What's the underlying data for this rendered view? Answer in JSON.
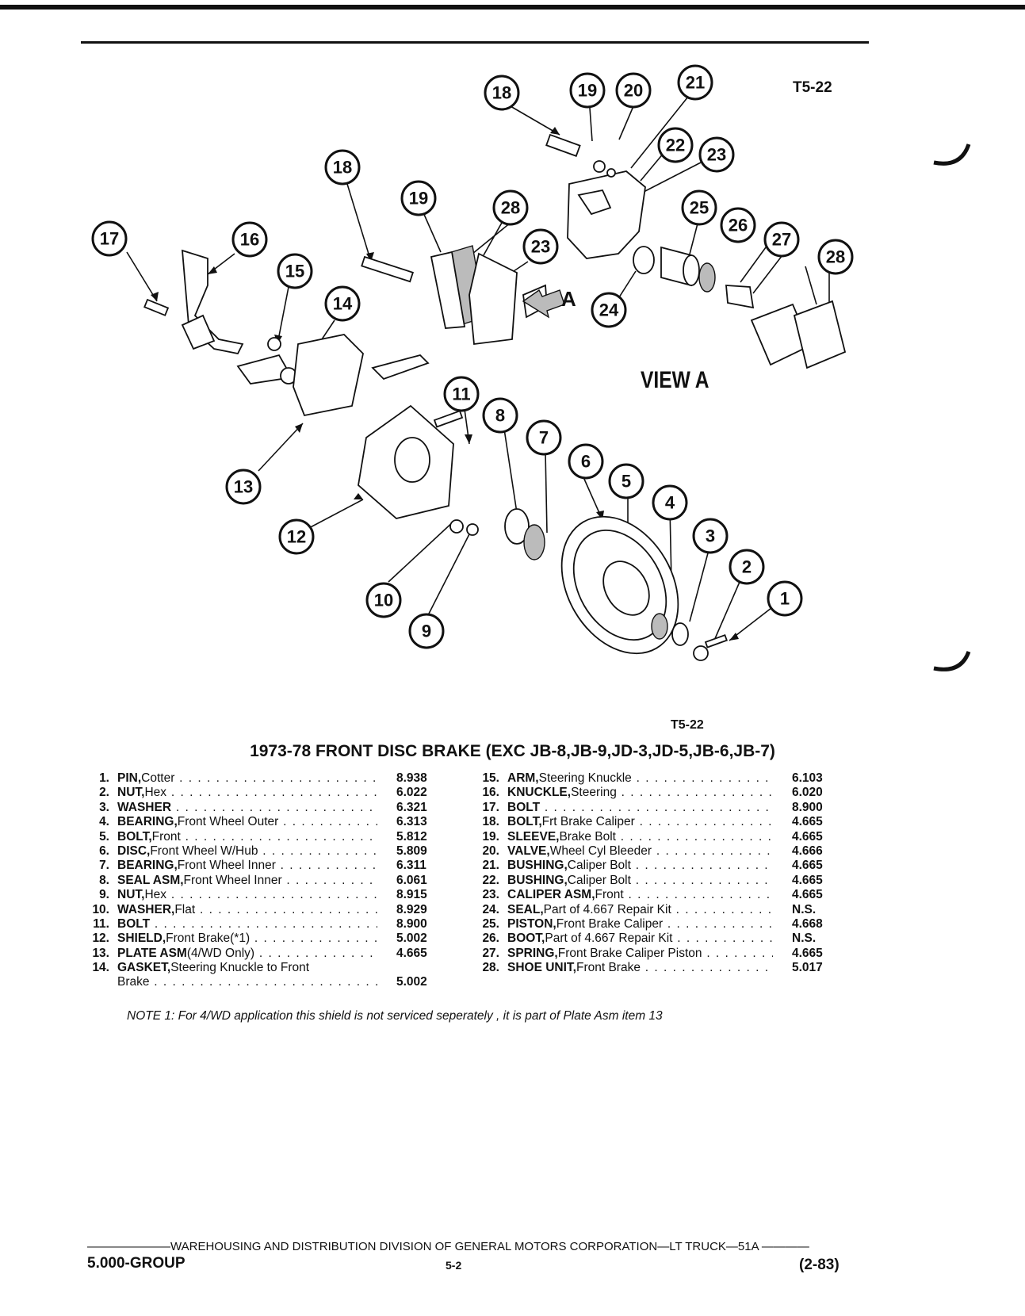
{
  "figure": {
    "code_top": "T5-22",
    "code_bottom": "T5-22",
    "view_label": "VIEW A",
    "arrow_label": "A",
    "callouts": [
      "18",
      "19",
      "20",
      "21",
      "22",
      "23",
      "18",
      "19",
      "28",
      "23",
      "25",
      "26",
      "27",
      "28",
      "17",
      "16",
      "15",
      "14",
      "24",
      "11",
      "8",
      "7",
      "6",
      "5",
      "4",
      "3",
      "2",
      "1",
      "13",
      "12",
      "10",
      "9"
    ]
  },
  "title": "1973-78 FRONT DISC BRAKE (EXC JB-8,JB-9,JD-3,JD-5,JB-6,JB-7)",
  "parts_left": [
    {
      "num": "1.",
      "name": "PIN,",
      "desc": " Cotter",
      "code": "8.938"
    },
    {
      "num": "2.",
      "name": "NUT,",
      "desc": " Hex",
      "code": "6.022"
    },
    {
      "num": "3.",
      "name": "WASHER",
      "desc": "",
      "code": "6.321"
    },
    {
      "num": "4.",
      "name": "BEARING,",
      "desc": " Front Wheel Outer",
      "code": "6.313"
    },
    {
      "num": "5.",
      "name": "BOLT,",
      "desc": " Front",
      "code": "5.812"
    },
    {
      "num": "6.",
      "name": "DISC,",
      "desc": " Front Wheel W/Hub",
      "code": "5.809"
    },
    {
      "num": "7.",
      "name": "BEARING,",
      "desc": " Front Wheel Inner",
      "code": "6.311"
    },
    {
      "num": "8.",
      "name": "SEAL ASM,",
      "desc": " Front Wheel Inner",
      "code": "6.061"
    },
    {
      "num": "9.",
      "name": "NUT,",
      "desc": " Hex",
      "code": "8.915"
    },
    {
      "num": "10.",
      "name": "WASHER,",
      "desc": " Flat",
      "code": "8.929"
    },
    {
      "num": "11.",
      "name": "BOLT",
      "desc": "",
      "code": "8.900"
    },
    {
      "num": "12.",
      "name": "SHIELD,",
      "desc": " Front Brake(*1)",
      "code": "5.002"
    },
    {
      "num": "13.",
      "name": "PLATE ASM",
      "desc": " (4/WD Only)",
      "code": "4.665"
    },
    {
      "num": "14.",
      "name": "GASKET,",
      "desc": " Steering Knuckle to Front",
      "code": ""
    },
    {
      "num": "",
      "name": "",
      "desc": "Brake",
      "code": "5.002"
    }
  ],
  "parts_right": [
    {
      "num": "15.",
      "name": "ARM,",
      "desc": " Steering Knuckle",
      "code": "6.103"
    },
    {
      "num": "16.",
      "name": "KNUCKLE,",
      "desc": " Steering",
      "code": "6.020"
    },
    {
      "num": "17.",
      "name": "BOLT",
      "desc": "",
      "code": "8.900"
    },
    {
      "num": "18.",
      "name": "BOLT,",
      "desc": " Frt Brake Caliper",
      "code": "4.665"
    },
    {
      "num": "19.",
      "name": "SLEEVE,",
      "desc": " Brake Bolt",
      "code": "4.665"
    },
    {
      "num": "20.",
      "name": "VALVE,",
      "desc": " Wheel Cyl Bleeder",
      "code": "4.666"
    },
    {
      "num": "21.",
      "name": "BUSHING,",
      "desc": " Caliper Bolt",
      "code": "4.665"
    },
    {
      "num": "22.",
      "name": "BUSHING,",
      "desc": " Caliper Bolt",
      "code": "4.665"
    },
    {
      "num": "23.",
      "name": "CALIPER ASM,",
      "desc": " Front",
      "code": "4.665"
    },
    {
      "num": "24.",
      "name": "SEAL,",
      "desc": " Part of 4.667 Repair Kit",
      "code": "N.S."
    },
    {
      "num": "25.",
      "name": "PISTON,",
      "desc": " Front Brake Caliper",
      "code": "4.668"
    },
    {
      "num": "26.",
      "name": "BOOT,",
      "desc": " Part of 4.667 Repair Kit",
      "code": "N.S."
    },
    {
      "num": "27.",
      "name": "SPRING,",
      "desc": " Front Brake Caliper Piston",
      "code": "4.665"
    },
    {
      "num": "28.",
      "name": "SHOE UNIT,",
      "desc": " Front Brake",
      "code": "5.017"
    }
  ],
  "note": "NOTE 1: For 4/WD application this shield is not serviced seperately , it is part of Plate Asm item  13",
  "footer": {
    "org": "———————WAREHOUSING AND DISTRIBUTION  DIVISION OF GENERAL MOTORS CORPORATION—LT TRUCK—51A    ————",
    "group": "5.000-GROUP",
    "page": "5-2",
    "date": "(2-83)"
  }
}
